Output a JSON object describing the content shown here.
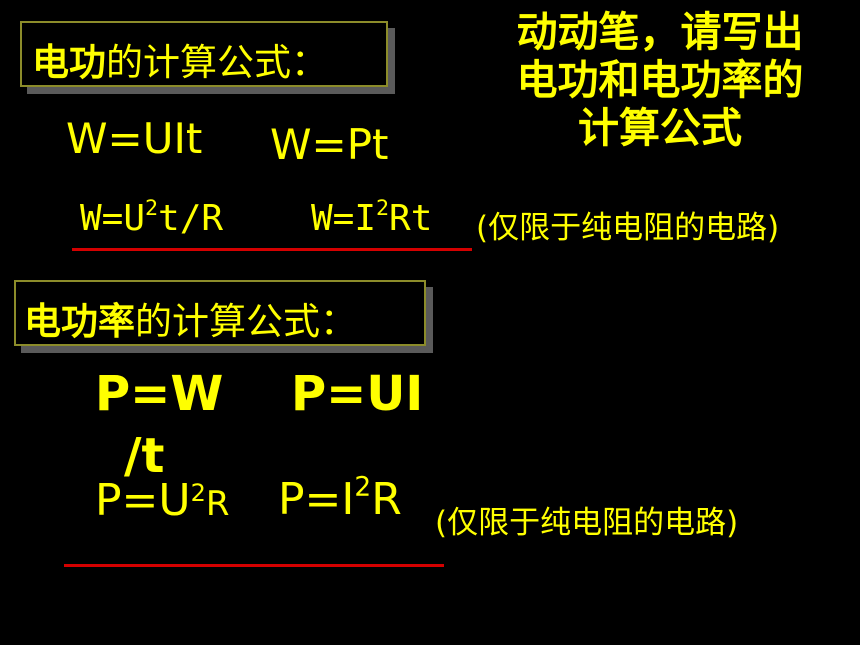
{
  "box1": {
    "highlight": "电功",
    "rest": "的计算公式："
  },
  "note": "动动笔，请写出电功和电功率的计算公式",
  "row1": {
    "f_a": "W=UIt",
    "f_b": "W=Pt"
  },
  "row2": {
    "f_c_pre": "W=U",
    "f_c_sup": "2",
    "f_c_post": "t/R",
    "f_d_pre": "W=I",
    "f_d_sup": "2",
    "f_d_post": "Rt",
    "condition": "(仅限于纯电阻的电路)"
  },
  "box2": {
    "highlight": "电功率",
    "rest": "的计算公式："
  },
  "row3": {
    "f_e_line1": "P=W",
    "f_e_line2": "/t",
    "f_f": "P=UI"
  },
  "row4": {
    "f_g_pre": "P=U",
    "f_g_sup": "2",
    "f_g_post": "R",
    "f_h_pre": "P=I",
    "f_h_sup": "2",
    "f_h_post": "R",
    "condition": "(仅限于纯电阻的电路)"
  },
  "colors": {
    "text": "#FFFF00",
    "background": "#000000",
    "underline": "#D40000",
    "box_border": "#8C8C2A",
    "box_shadow": "#5A5A5A"
  }
}
